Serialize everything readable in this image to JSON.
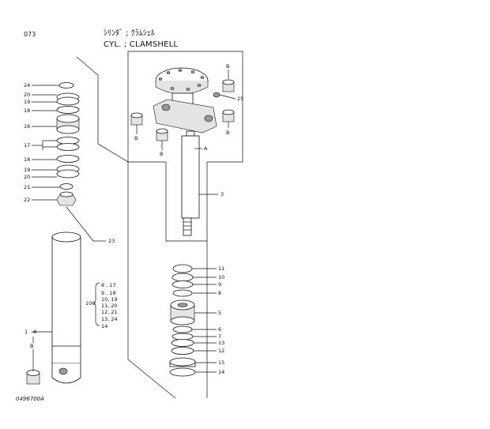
{
  "header": {
    "code": "073",
    "title_jp": "ｼﾘﾝﾀﾞ ; ｸﾗﾑｼｪﾙ",
    "title_en": "CYL. ; CLAMSHELL"
  },
  "footer": {
    "drawing_number": "0496700A"
  },
  "callouts_left": [
    "24",
    "20",
    "19",
    "18",
    "16",
    "17",
    "18",
    "19",
    "20",
    "21",
    "22",
    "23",
    "1",
    "A",
    "B"
  ],
  "callouts_right": [
    "B",
    "B",
    "25",
    "B",
    "B",
    "A",
    "3",
    "11",
    "10",
    "9",
    "8",
    "5",
    "6",
    "7",
    "13",
    "12",
    "15",
    "14"
  ],
  "kit": {
    "number": "100",
    "items": [
      "8 , 17",
      "9 , 18",
      "10, 19",
      "11, 20",
      "12, 21",
      "13, 24",
      "14"
    ]
  }
}
